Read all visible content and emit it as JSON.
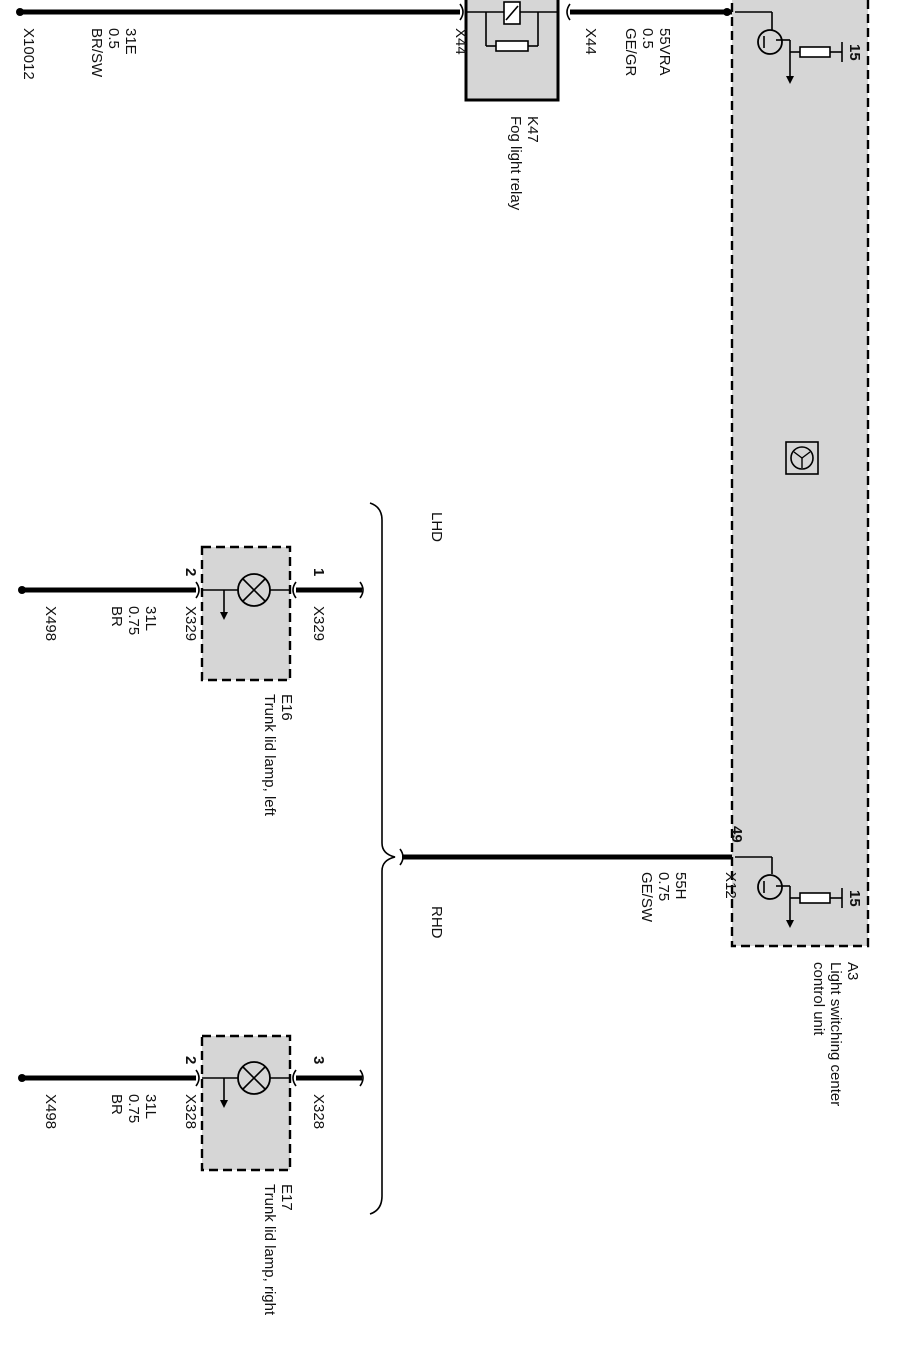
{
  "control_unit": {
    "id": "A3",
    "name_line1": "Light switching center",
    "name_line2": "control unit",
    "pin_top": "15",
    "pin_bottom": "15",
    "pin_wire2": "49",
    "connector": "X12"
  },
  "relay": {
    "id": "K47",
    "name": "Fog light relay",
    "connector_left": "X44",
    "connector_right": "X44"
  },
  "wires": {
    "ground_top": {
      "circuit": "31E",
      "size": "0.5",
      "color": "BR/SW",
      "ground": "X10012"
    },
    "fog_feed": {
      "circuit": "55VRA",
      "size": "0.5",
      "color": "GE/GR"
    },
    "rear_fog": {
      "circuit": "55H",
      "size": "0.75",
      "color": "GE/SW"
    },
    "ground_left_lamp": {
      "circuit": "31L",
      "size": "0.75",
      "color": "BR",
      "ground": "X498"
    },
    "ground_right_lamp": {
      "circuit": "31L",
      "size": "0.75",
      "color": "BR",
      "ground": "X498"
    }
  },
  "variants": {
    "lhd": "LHD",
    "rhd": "RHD"
  },
  "lamp_left": {
    "id": "E16",
    "name": "Trunk lid lamp, left",
    "pin_in": "1",
    "pin_out": "2",
    "connector_in": "X329",
    "connector_out": "X329"
  },
  "lamp_right": {
    "id": "E17",
    "name": "Trunk lid lamp, right",
    "pin_in": "3",
    "pin_out": "2",
    "connector_in": "X328",
    "connector_out": "X328"
  }
}
